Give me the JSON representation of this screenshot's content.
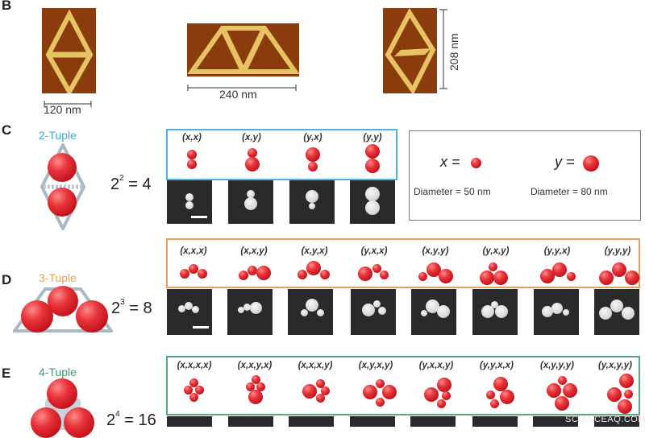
{
  "panels": {
    "B": {
      "letter": "B",
      "images": [
        {
          "name": "afm-2-tuple-origami",
          "scale_label": "120 nm"
        },
        {
          "name": "afm-3-tuple-origami",
          "scale_label": "240 nm"
        },
        {
          "name": "afm-2-tuple-origami-vertical",
          "scale_label": "208 nm"
        }
      ]
    },
    "C": {
      "letter": "C",
      "tuple_label": "2-Tuple",
      "tuple_color": "#3aa8d0",
      "equation_base": "2",
      "equation_exp": "2",
      "equation_rhs": "= 4",
      "box_color": "#4db3de",
      "columns": [
        "(x,x)",
        "(x,y)",
        "(y,x)",
        "(y,y)"
      ]
    },
    "legend": {
      "x_label": "x =",
      "x_desc": "Diameter = 50 nm",
      "y_label": "y =",
      "y_desc": "Diameter = 80 nm",
      "border_color": "#777777"
    },
    "D": {
      "letter": "D",
      "tuple_label": "3-Tuple",
      "tuple_color": "#e8a24a",
      "equation_base": "2",
      "equation_exp": "3",
      "equation_rhs": "= 8",
      "box_color": "#e3a257",
      "columns": [
        "(x,x,x)",
        "(x,x,y)",
        "(x,y,x)",
        "(y,x,x)",
        "(x,y,y)",
        "(y,x,y)",
        "(y,y,x)",
        "(y,y,y)"
      ]
    },
    "E": {
      "letter": "E",
      "tuple_label": "4-Tuple",
      "tuple_color": "#3c9a6c",
      "equation_base": "2",
      "equation_exp": "4",
      "equation_rhs": "= 16",
      "box_color": "#5aa87c",
      "columns": [
        "(x,x,x,x)",
        "(x,x,y,x)",
        "(x,x,x,y)",
        "(x,y,x,y)",
        "(y,x,x,y)",
        "(y,y,x,x)",
        "(x,y,y,y)",
        "(y,x,y,y)"
      ]
    }
  },
  "watermark": "SCIENCEAQ.COM"
}
